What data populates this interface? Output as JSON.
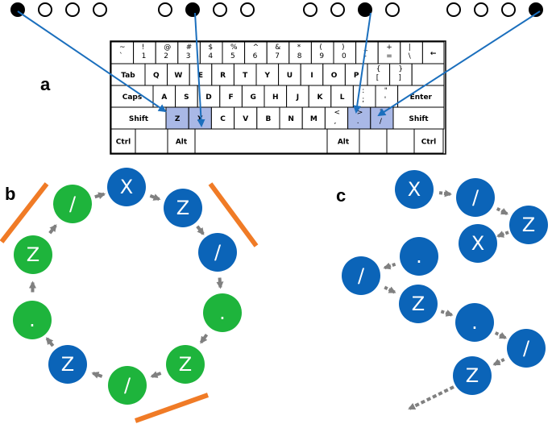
{
  "panels": {
    "a": "a",
    "b": "b",
    "c": "c"
  },
  "colors": {
    "blue": "#0b64b8",
    "green": "#1eb43c",
    "orange": "#f07b26",
    "highlight_key": "#a9b8e6",
    "arrow_blue": "#1b6fbd",
    "gray_arrow": "#808080"
  },
  "indicator_dots": [
    {
      "group": 1,
      "filled": [
        true,
        false,
        false,
        false
      ]
    },
    {
      "group": 2,
      "filled": [
        false,
        true,
        false,
        false
      ]
    },
    {
      "group": 3,
      "filled": [
        false,
        false,
        true,
        false
      ]
    },
    {
      "group": 4,
      "filled": [
        false,
        false,
        false,
        true
      ]
    }
  ],
  "keyboard": {
    "row1": [
      {
        "top": "~",
        "bottom": "`"
      },
      {
        "top": "!",
        "bottom": "1"
      },
      {
        "top": "@",
        "bottom": "2"
      },
      {
        "top": "#",
        "bottom": "3"
      },
      {
        "top": "$",
        "bottom": "4"
      },
      {
        "top": "%",
        "bottom": "5"
      },
      {
        "top": "^",
        "bottom": "6"
      },
      {
        "top": "&",
        "bottom": "7"
      },
      {
        "top": "*",
        "bottom": "8"
      },
      {
        "top": "(",
        "bottom": "9"
      },
      {
        "top": ")",
        "bottom": "0"
      },
      {
        "top": "_",
        "bottom": "-"
      },
      {
        "top": "+",
        "bottom": "="
      },
      {
        "top": "|",
        "bottom": "\\"
      },
      {
        "top": "←",
        "bottom": ""
      }
    ],
    "row2": [
      "Tab",
      "Q",
      "W",
      "E",
      "R",
      "T",
      "Y",
      "U",
      "I",
      "O",
      "P",
      "{ [",
      "} ]"
    ],
    "row3": [
      "Caps",
      "A",
      "S",
      "D",
      "F",
      "G",
      "H",
      "J",
      "K",
      "L",
      ": ;",
      "\" '",
      "Enter"
    ],
    "row4": [
      "Shift",
      "Z",
      "X",
      "C",
      "V",
      "B",
      "N",
      "M",
      "< ,",
      "> .",
      "? /",
      "Shift"
    ],
    "row5": [
      "Ctrl",
      "",
      "Alt",
      "",
      "Alt",
      "",
      "",
      "Ctrl"
    ],
    "highlighted": [
      "Z",
      "X",
      "> .",
      "? /"
    ]
  },
  "cycle_b": [
    {
      "label": "X",
      "color": "blue"
    },
    {
      "label": "Z",
      "color": "blue"
    },
    {
      "label": "/",
      "color": "blue"
    },
    {
      "label": ".",
      "color": "green"
    },
    {
      "label": "Z",
      "color": "green"
    },
    {
      "label": "/",
      "color": "green"
    },
    {
      "label": "Z",
      "color": "blue"
    },
    {
      "label": ".",
      "color": "green"
    },
    {
      "label": "Z",
      "color": "green"
    },
    {
      "label": "/",
      "color": "green"
    }
  ],
  "chain_c": [
    {
      "label": "X"
    },
    {
      "label": "/"
    },
    {
      "label": "Z"
    },
    {
      "label": "X"
    },
    {
      "label": "."
    },
    {
      "label": "/"
    },
    {
      "label": "Z"
    },
    {
      "label": "."
    },
    {
      "label": "/"
    },
    {
      "label": "Z"
    }
  ]
}
